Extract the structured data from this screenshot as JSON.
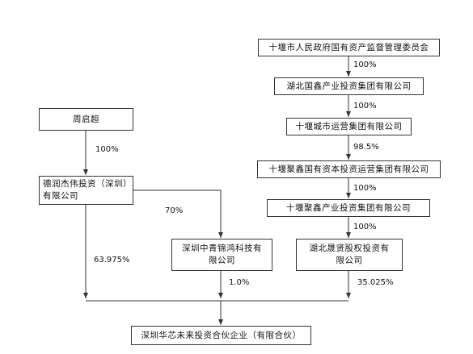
{
  "nodes": {
    "sasac": "十堰市人民政府国有资产监督管理委员会",
    "hubei_guoxin": "湖北国鑫产业投资集团有限公司",
    "shiyan_urban": "十堰城市运营集团有限公司",
    "shiyan_juxin_capital": "十堰聚鑫国有资本投资运营集团有限公司",
    "shiyan_juxin_industry": "十堰聚鑫产业投资集团有限公司",
    "hubei_shengxian": [
      "湖北晟贤股权投资有",
      "限公司"
    ],
    "zhou_qichao": "周启超",
    "derun_jiewei": [
      "德润杰伟投资（深圳）",
      "有限公司"
    ],
    "shenzhen_zhongqing": [
      "深圳中青锦鸿科技有",
      "限公司"
    ],
    "shenzhen_huaxin": "深圳华芯未来投资合伙企业（有限合伙）"
  },
  "edges": {
    "sasac_to_guoxin": "100%",
    "guoxin_to_urban": "100%",
    "urban_to_capital": "98.5%",
    "capital_to_industry": "100%",
    "industry_to_shengxian": "100%",
    "zhou_to_derun": "100%",
    "derun_to_zhongqing": "70%",
    "derun_to_huaxin": "63.975%",
    "zhongqing_to_huaxin": "1.0%",
    "shengxian_to_huaxin": "35.025%"
  }
}
